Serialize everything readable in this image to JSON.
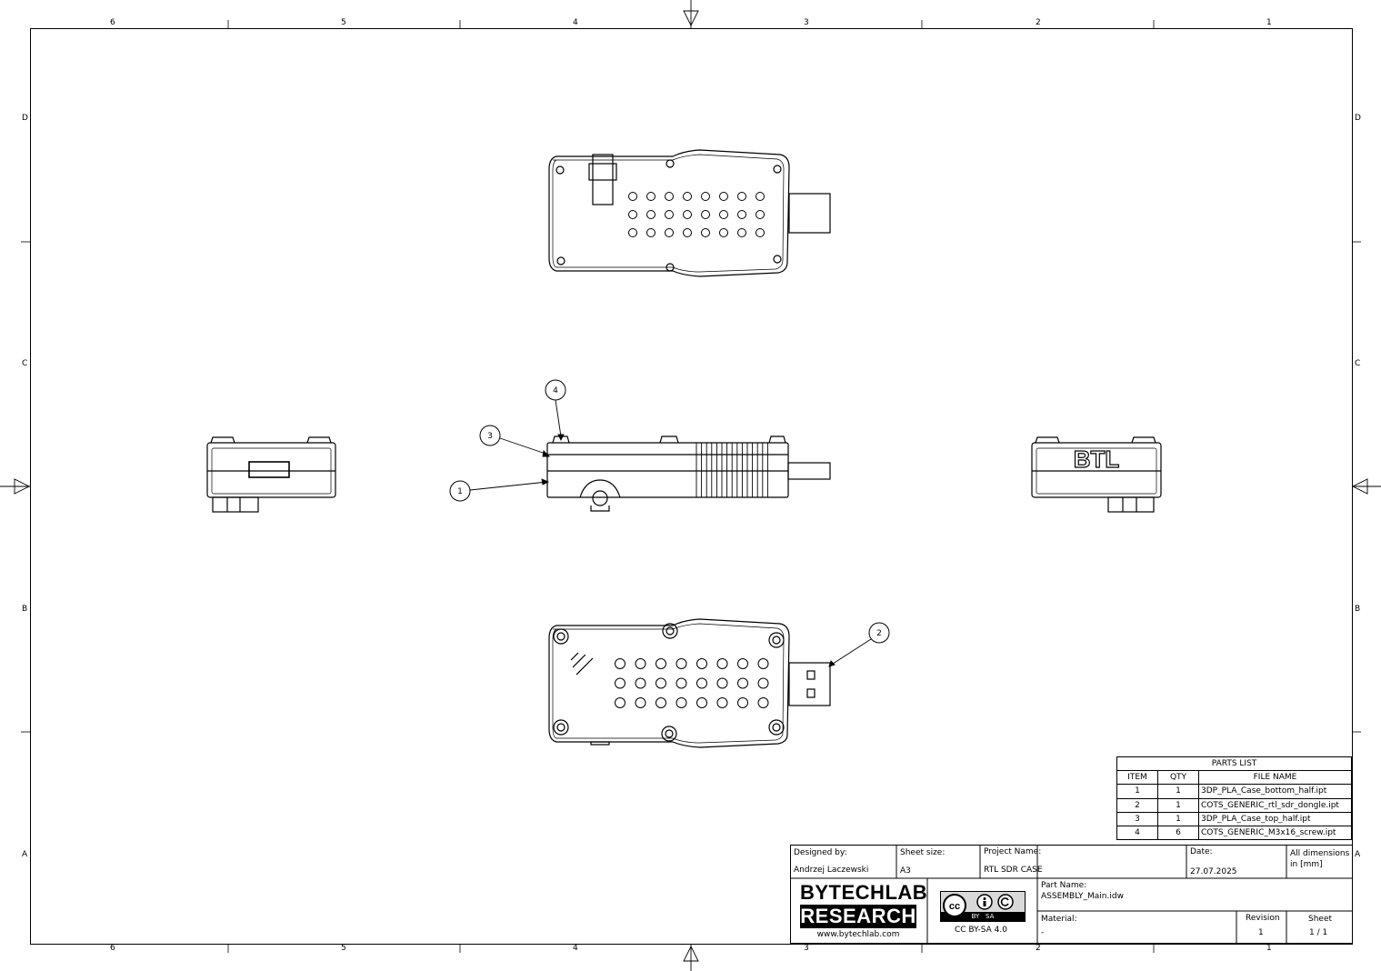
{
  "zones": {
    "columns": [
      "6",
      "5",
      "4",
      "3",
      "2",
      "1"
    ],
    "rows": [
      "D",
      "C",
      "B",
      "A"
    ]
  },
  "views": {
    "side": {
      "btl_text": "BTL",
      "balloons": [
        "4",
        "3",
        "1"
      ]
    },
    "bottom": {
      "balloons": [
        "2"
      ]
    }
  },
  "parts_list": {
    "title": "PARTS LIST",
    "headers": [
      "ITEM",
      "QTY",
      "FILE NAME"
    ],
    "rows": [
      [
        "1",
        "1",
        "3DP_PLA_Case_bottom_half.ipt"
      ],
      [
        "2",
        "1",
        "COTS_GENERIC_rtl_sdr_dongle.ipt"
      ],
      [
        "3",
        "1",
        "3DP_PLA_Case_top_half.ipt"
      ],
      [
        "4",
        "6",
        "COTS_GENERIC_M3x16_screw.ipt"
      ]
    ]
  },
  "title_block": {
    "designed_by_label": "Designed by:",
    "designed_by": "Andrzej Laczewski",
    "sheet_size_label": "Sheet size:",
    "sheet_size": "A3",
    "project_name_label": "Project Name:",
    "project_name": "RTL SDR CASE",
    "date_label": "Date:",
    "date": "27.07.2025",
    "units_note_1": "All dimensions",
    "units_note_2": "in [mm]",
    "part_name_label": "Part Name:",
    "part_name": "ASSEMBLY_Main.idw",
    "material_label": "Material:",
    "material": "-",
    "revision_label": "Revision",
    "revision": "1",
    "sheet_label": "Sheet",
    "sheet": "1 / 1",
    "logo_line1": "BYTECHLAB",
    "logo_line2": "RESEARCH",
    "logo_url": "www.bytechlab.com",
    "license_badge": "BY   SA",
    "license": "CC BY-SA 4.0"
  }
}
